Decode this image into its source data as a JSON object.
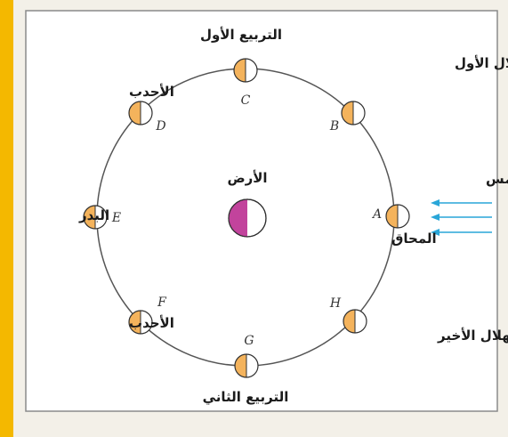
{
  "title": "",
  "colors": {
    "accent_bar": "#f4b800",
    "orbit": "#555555",
    "moon_lit": "#f4b35c",
    "moon_dark": "#ffffff",
    "earth_shadow": "#c2439c",
    "sun_rays": "#29a6d8",
    "outline": "#2f2f2f",
    "panel_bg": "#ffffff"
  },
  "earth": {
    "label": "الأرض"
  },
  "sun_rays": {
    "label": "أشعة الشمس",
    "count": 3
  },
  "positions": [
    {
      "id": "A",
      "letter": "A",
      "label": "المحاق"
    },
    {
      "id": "B",
      "letter": "B",
      "label": "الهلال الأول"
    },
    {
      "id": "C",
      "letter": "C",
      "label": "التربيع الأول"
    },
    {
      "id": "D",
      "letter": "D",
      "label": "الأحدب"
    },
    {
      "id": "E",
      "letter": "E",
      "label": "البدر"
    },
    {
      "id": "F",
      "letter": "F",
      "label": "الأحدب"
    },
    {
      "id": "G",
      "letter": "G",
      "label": "التربيع الثاني"
    },
    {
      "id": "H",
      "letter": "H",
      "label": "الهلال الأخير"
    }
  ]
}
